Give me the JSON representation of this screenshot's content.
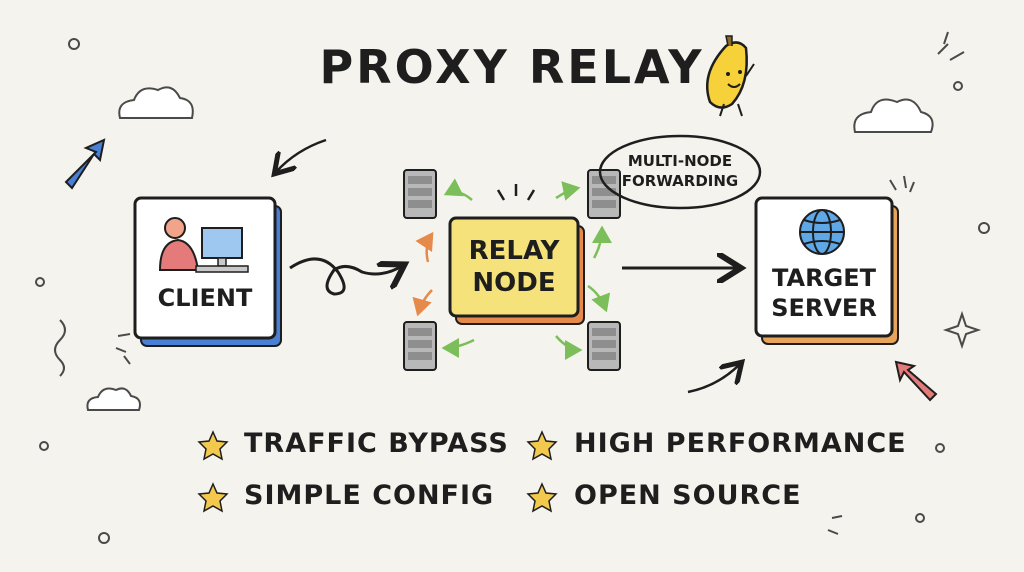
{
  "title": "PROXY RELAY",
  "nodes": {
    "client": "CLIENT",
    "relay_line1": "RELAY",
    "relay_line2": "NODE",
    "target_line1": "TARGET",
    "target_line2": "SERVER"
  },
  "callout": {
    "line1": "MULTI-NODE",
    "line2": "FORWARDING"
  },
  "features": [
    {
      "label": "TRAFFIC BYPASS"
    },
    {
      "label": "HIGH PERFORMANCE"
    },
    {
      "label": "SIMPLE CONFIG"
    },
    {
      "label": "OPEN SOURCE"
    }
  ],
  "colors": {
    "relay_fill": "#f6e27a",
    "box_fill": "#ffffff",
    "ink": "#1e1e1e",
    "star": "#f2c94c",
    "green_arrow": "#7cbf5a",
    "orange_arrow": "#e58a4a",
    "blue_accent": "#4a7fd6",
    "pink_accent": "#e57a7a"
  }
}
